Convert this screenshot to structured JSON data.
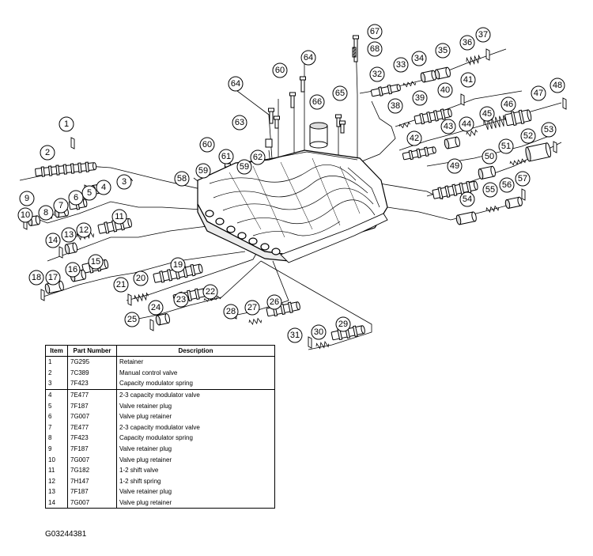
{
  "figure_code": "G03244381",
  "callouts": [
    "1",
    "2",
    "3",
    "4",
    "5",
    "6",
    "7",
    "8",
    "9",
    "10",
    "11",
    "12",
    "13",
    "14",
    "15",
    "16",
    "17",
    "18",
    "19",
    "20",
    "21",
    "22",
    "23",
    "24",
    "25",
    "26",
    "27",
    "28",
    "29",
    "30",
    "31",
    "32",
    "33",
    "34",
    "35",
    "36",
    "37",
    "38",
    "39",
    "40",
    "41",
    "42",
    "43",
    "44",
    "45",
    "46",
    "47",
    "48",
    "49",
    "50",
    "51",
    "52",
    "53",
    "54",
    "55",
    "56",
    "57",
    "58",
    "59",
    "59",
    "60",
    "60",
    "61",
    "62",
    "63",
    "64",
    "64",
    "65",
    "66",
    "67",
    "68"
  ],
  "parts_table": {
    "headers": {
      "item": "Item",
      "part_number": "Part Number",
      "description": "Description"
    },
    "rows": [
      {
        "item": "1",
        "part_number": "7G295",
        "description": "Retainer"
      },
      {
        "item": "2",
        "part_number": "7C389",
        "description": "Manual control valve"
      },
      {
        "item": "3",
        "part_number": "7F423",
        "description": "Capacity modulator spring"
      },
      {
        "item": "4",
        "part_number": "7E477",
        "description": "2-3 capacity modulator valve"
      },
      {
        "item": "5",
        "part_number": "7F187",
        "description": "Valve retainer plug"
      },
      {
        "item": "6",
        "part_number": "7G007",
        "description": "Valve plug retainer"
      },
      {
        "item": "7",
        "part_number": "7E477",
        "description": "2-3 capacity modulator valve"
      },
      {
        "item": "8",
        "part_number": "7F423",
        "description": "Capacity modulator spring"
      },
      {
        "item": "9",
        "part_number": "7F187",
        "description": "Valve retainer plug"
      },
      {
        "item": "10",
        "part_number": "7G007",
        "description": "Valve plug retainer"
      },
      {
        "item": "11",
        "part_number": "7G182",
        "description": "1-2 shift valve"
      },
      {
        "item": "12",
        "part_number": "7H147",
        "description": "1-2 shift spring"
      },
      {
        "item": "13",
        "part_number": "7F187",
        "description": "Valve retainer plug"
      },
      {
        "item": "14",
        "part_number": "7G007",
        "description": "Valve plug retainer"
      }
    ]
  }
}
